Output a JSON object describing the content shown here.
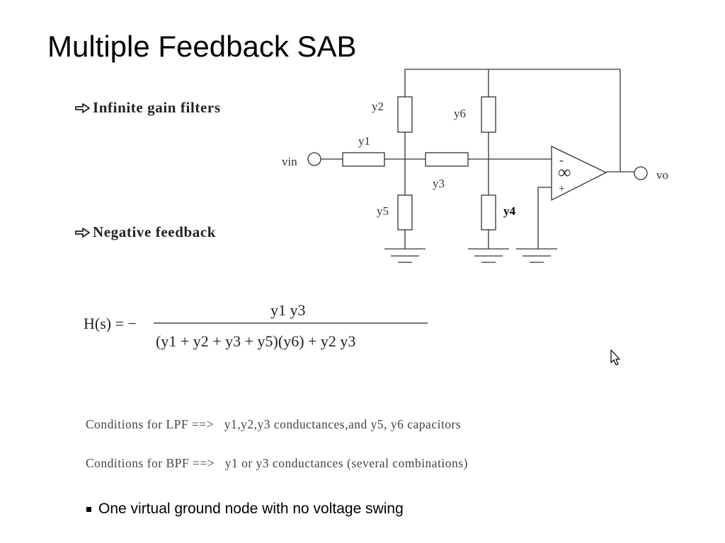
{
  "slide": {
    "title": "Multiple Feedback SAB",
    "bullets": [
      "Infinite gain filters",
      "Negative feedback"
    ],
    "conditions": [
      "Conditions for LPF ==>   y1,y2,y3 conductances,and y5, y6 capacitors",
      "Conditions for BPF ==>   y1 or y3 conductances (several combinations)"
    ],
    "note": "One virtual ground node with no voltage swing"
  },
  "circuit": {
    "input_label": "vin",
    "output_label": "vo",
    "labels": {
      "y1": "y1",
      "y2": "y2",
      "y3": "y3",
      "y4": "y4",
      "y5": "y5",
      "y6": "y6"
    },
    "opamp": {
      "minus": "-",
      "gain": "∞",
      "plus": "+"
    }
  },
  "formula": {
    "lhs": "H(s) = −",
    "numerator": "y1 y3",
    "denominator": "(y1 + y2 + y3 + y5)(y6) + y2 y3"
  }
}
